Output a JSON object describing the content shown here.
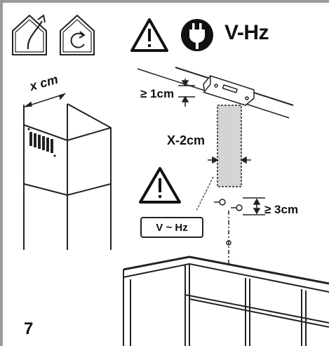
{
  "labels": {
    "power_rating": "V-Hz",
    "hood_width": "x cm",
    "min_gap_top": "≥ 1cm",
    "bracket_width": "X-2cm",
    "min_gap_screws": "≥ 3cm",
    "power_rating_box": "V ~ Hz",
    "step_number": "7"
  },
  "icons": [
    "ducted-exhaust-icon",
    "recirculation-icon",
    "warning-icon",
    "power-plug-icon",
    "warning-icon"
  ],
  "colors": {
    "line": "#222222",
    "frame": "#9a9a9a",
    "template_fill": "#d4d4d4"
  }
}
